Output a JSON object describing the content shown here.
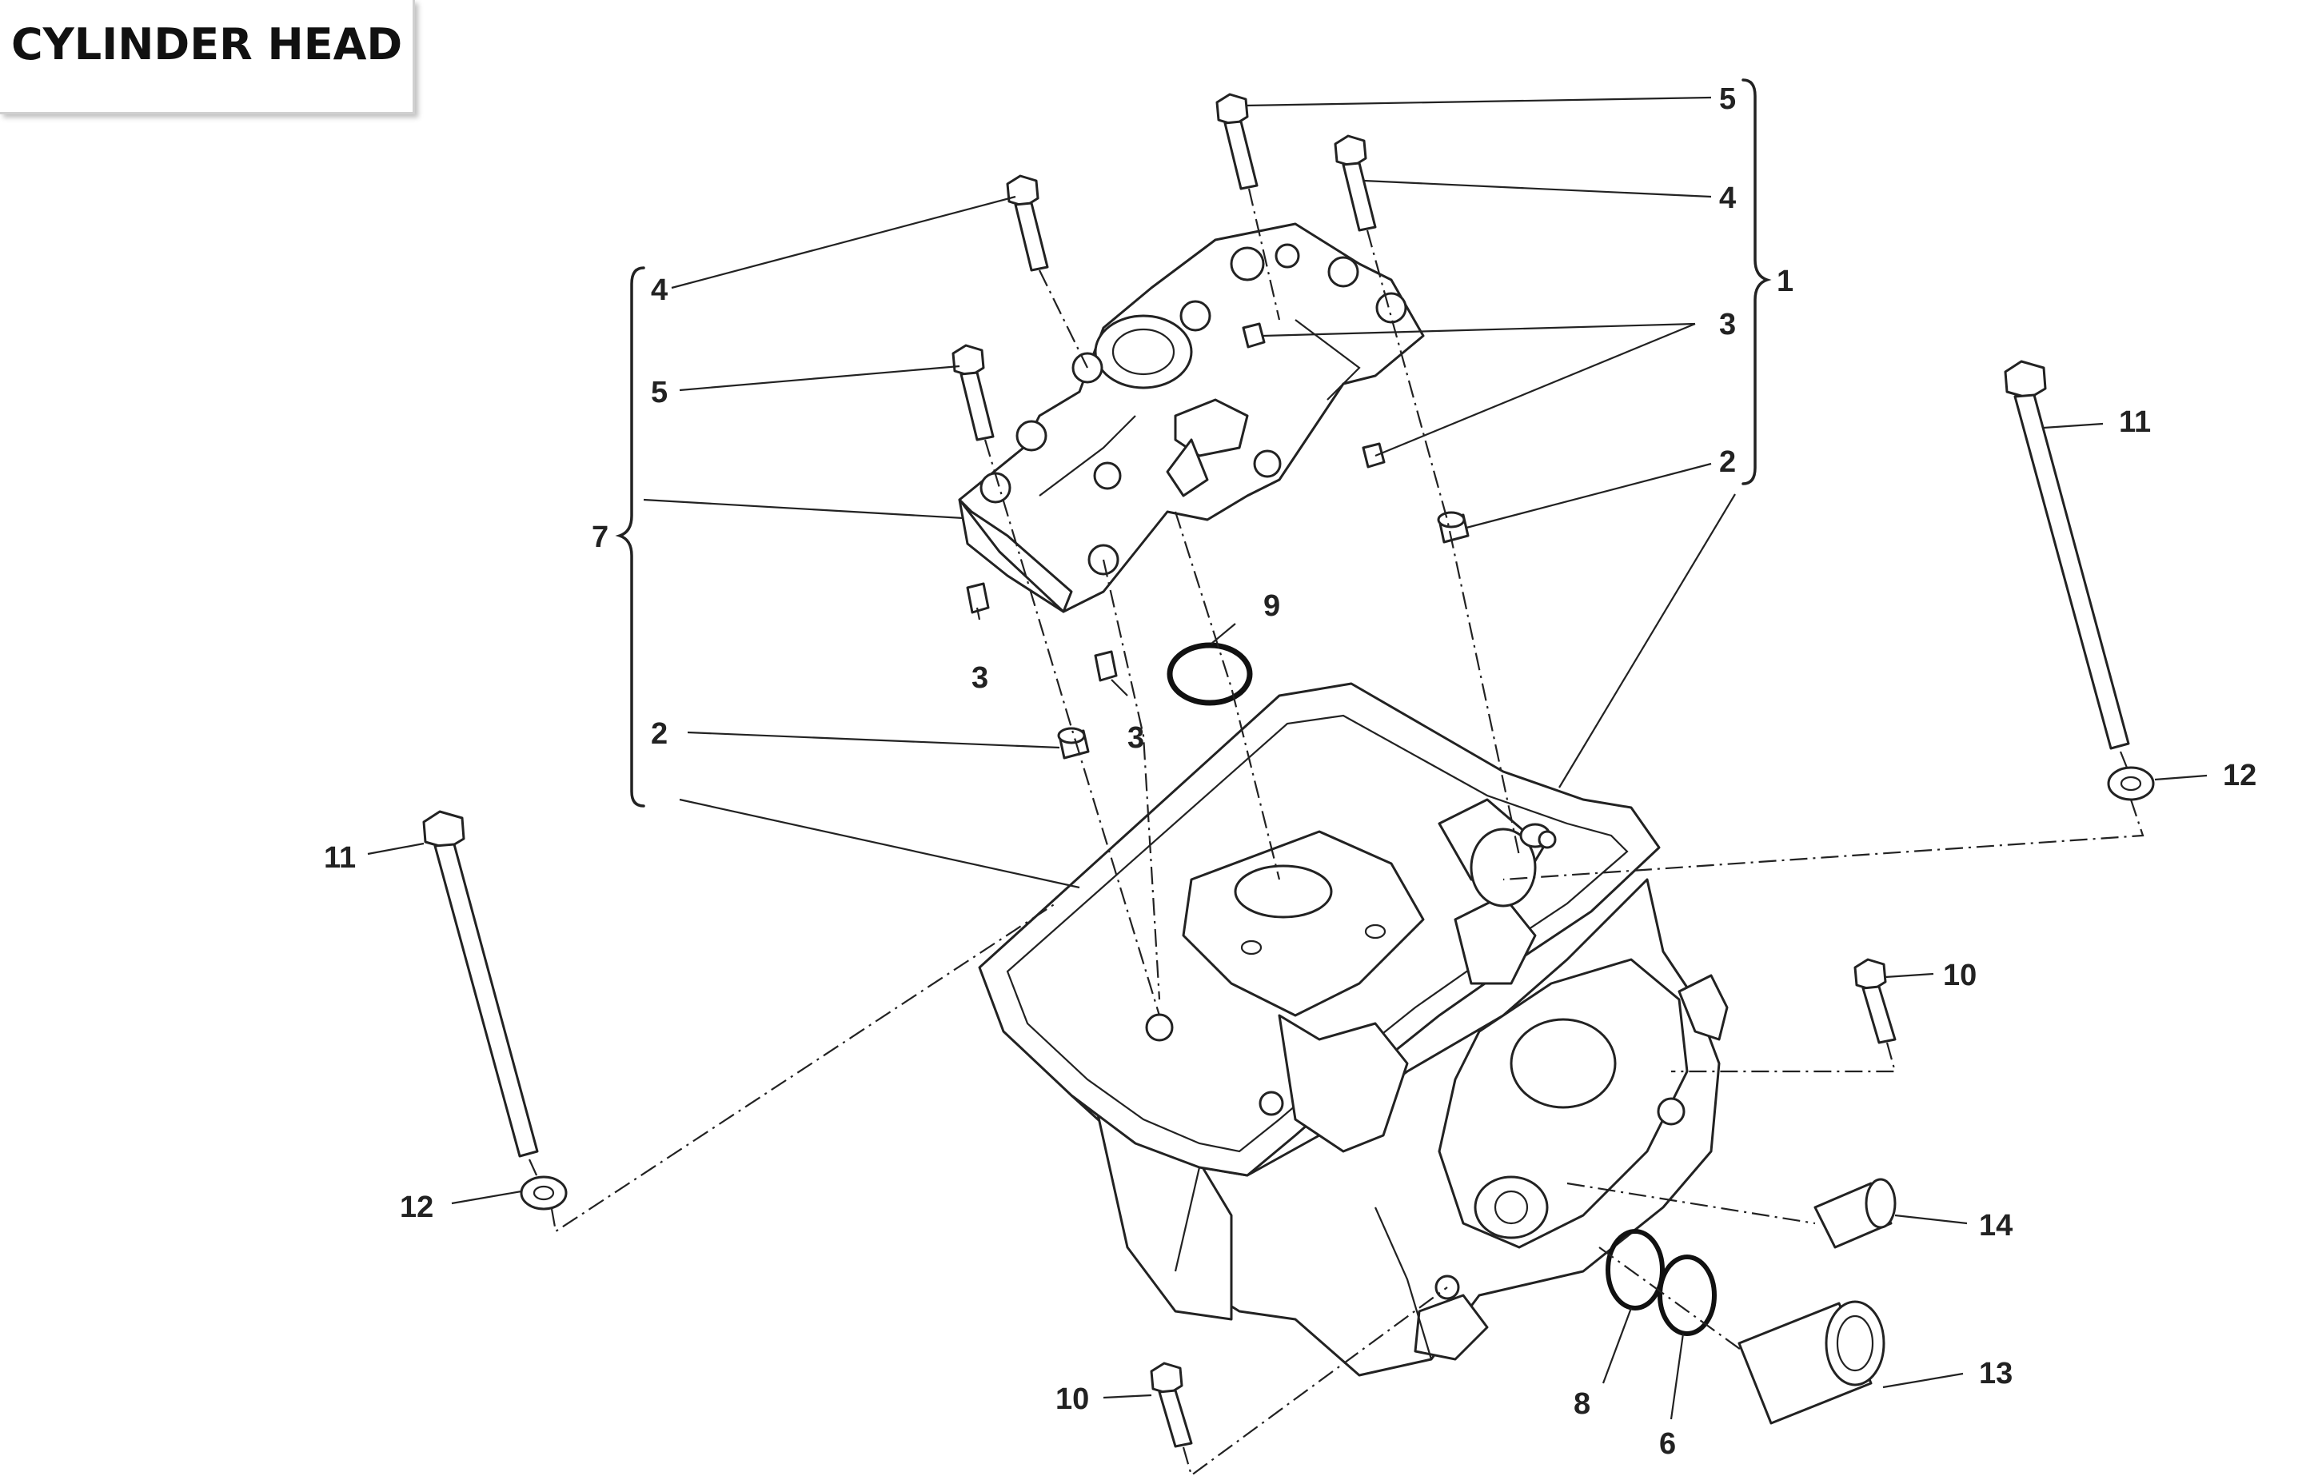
{
  "title": "CYLINDER HEAD",
  "callouts": {
    "c5_top": "5",
    "c4_top": "4",
    "c1": "1",
    "c3_right": "3",
    "c2_right": "2",
    "c4_left": "4",
    "c5_left": "5",
    "c7": "7",
    "c9": "9",
    "c3_a": "3",
    "c3_b": "3",
    "c2_left": "2",
    "c11_right": "11",
    "c12_right": "12",
    "c11_left": "11",
    "c12_left": "12",
    "c10_right": "10",
    "c14": "14",
    "c13": "13",
    "c10_bottom": "10",
    "c8": "8",
    "c6": "6"
  }
}
